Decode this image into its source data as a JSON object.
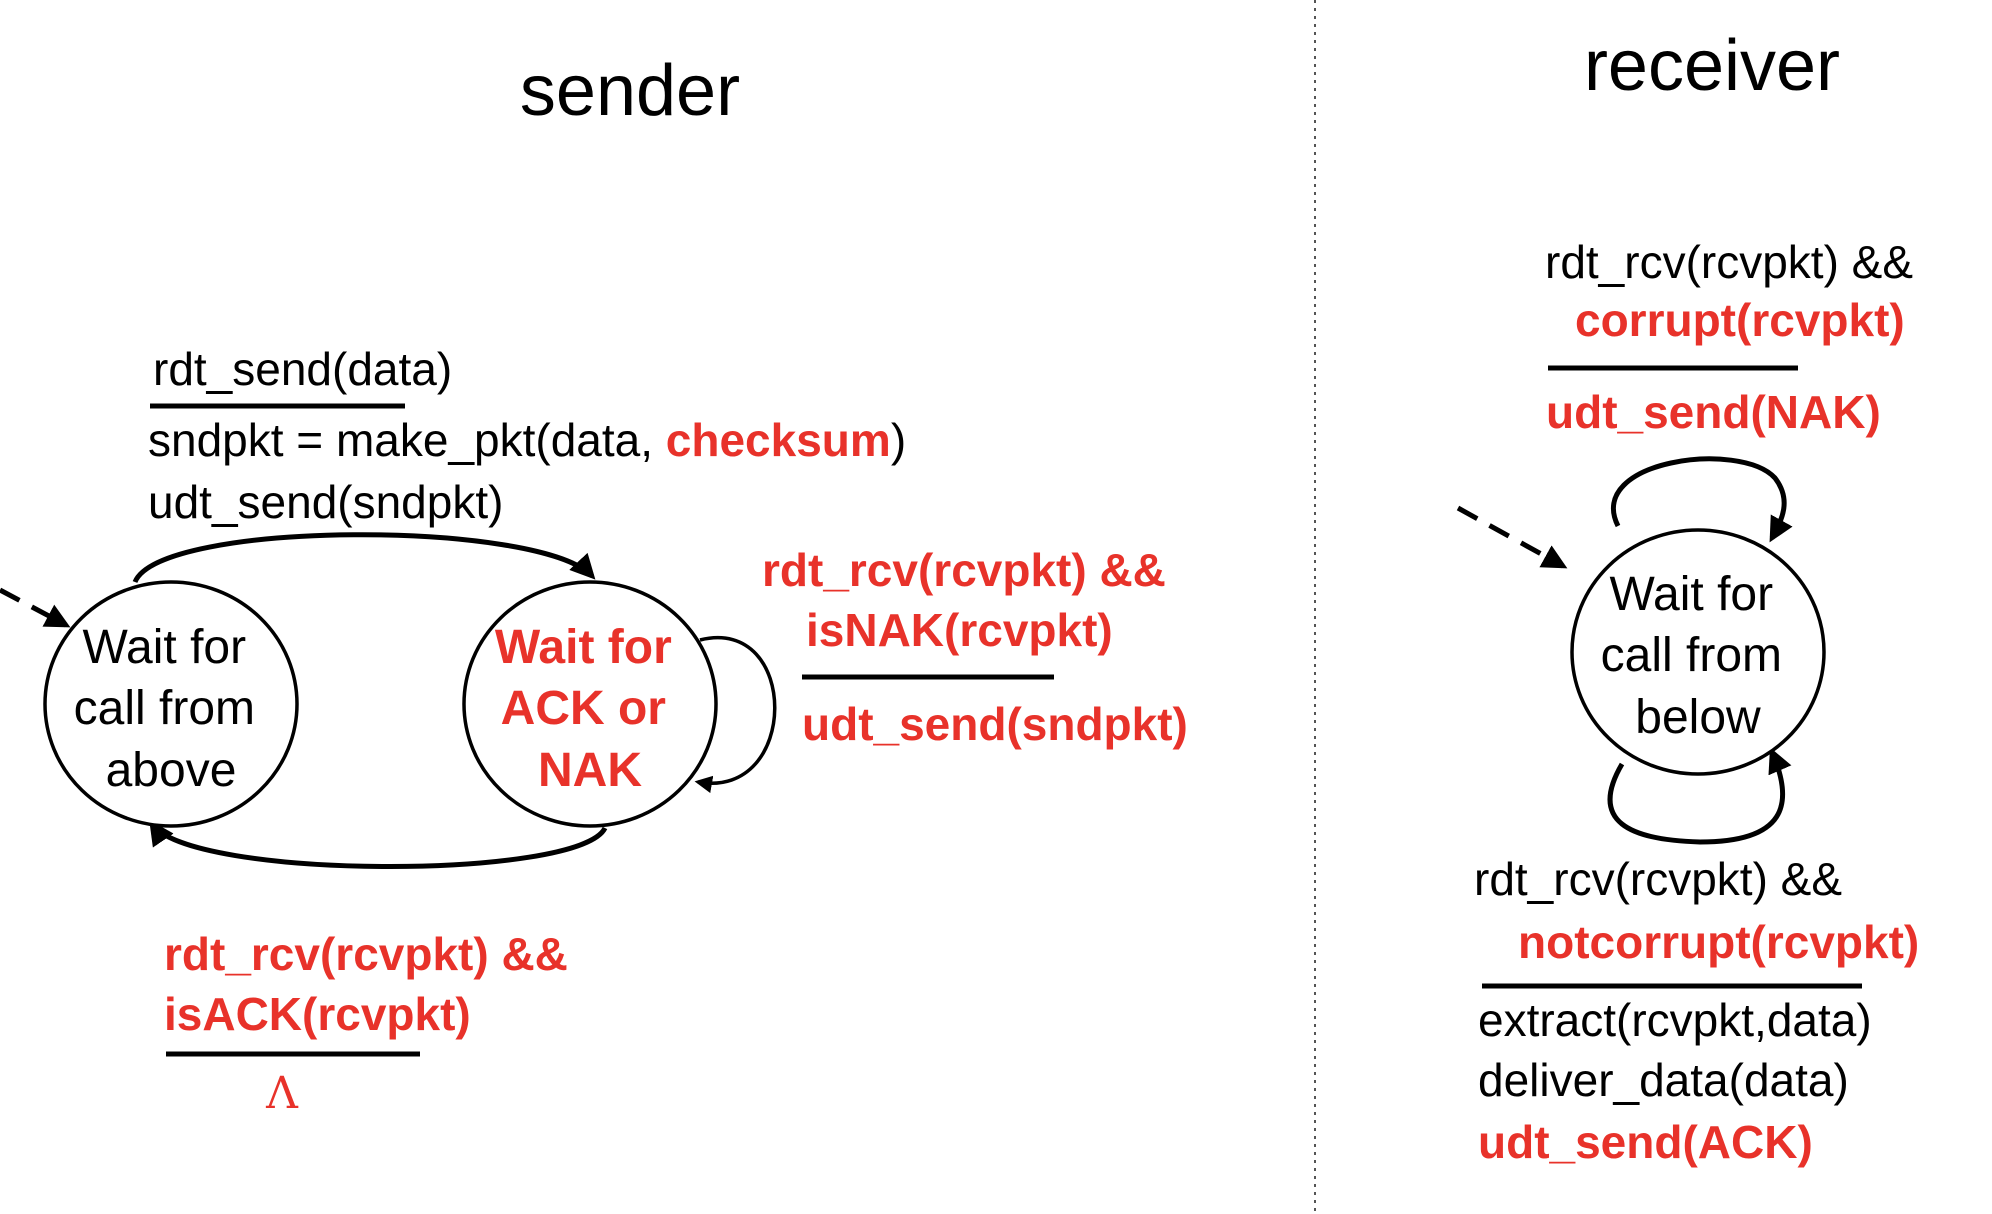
{
  "colors": {
    "accent": "#e8322a",
    "text": "#000000"
  },
  "sender": {
    "title": "sender",
    "state_wait_above": [
      "Wait for",
      "call from",
      "above"
    ],
    "state_wait_ack": [
      "Wait for",
      "ACK or",
      "NAK"
    ],
    "t_send": {
      "event": "rdt_send(data)",
      "action_1_prefix": "sndpkt = make_pkt(data, ",
      "action_1_red": "checksum",
      "action_1_suffix": ")",
      "action_2": "udt_send(sndpkt)"
    },
    "t_nak": {
      "event_1": "rdt_rcv(rcvpkt) &&",
      "event_2": "isNAK(rcvpkt)",
      "action": "udt_send(sndpkt)"
    },
    "t_ack": {
      "event_1": "rdt_rcv(rcvpkt) &&",
      "event_2": "isACK(rcvpkt)",
      "action": "Λ"
    }
  },
  "receiver": {
    "title": "receiver",
    "state_wait_below": [
      "Wait for",
      "call from",
      "below"
    ],
    "t_corrupt": {
      "event_1": "rdt_rcv(rcvpkt) &&",
      "event_2": "corrupt(rcvpkt)",
      "action": "udt_send(NAK)"
    },
    "t_notcorrupt": {
      "event_1": "rdt_rcv(rcvpkt) &&",
      "event_2": "notcorrupt(rcvpkt)",
      "action_1": "extract(rcvpkt,data)",
      "action_2": "deliver_data(data)",
      "action_3": "udt_send(ACK)"
    }
  }
}
